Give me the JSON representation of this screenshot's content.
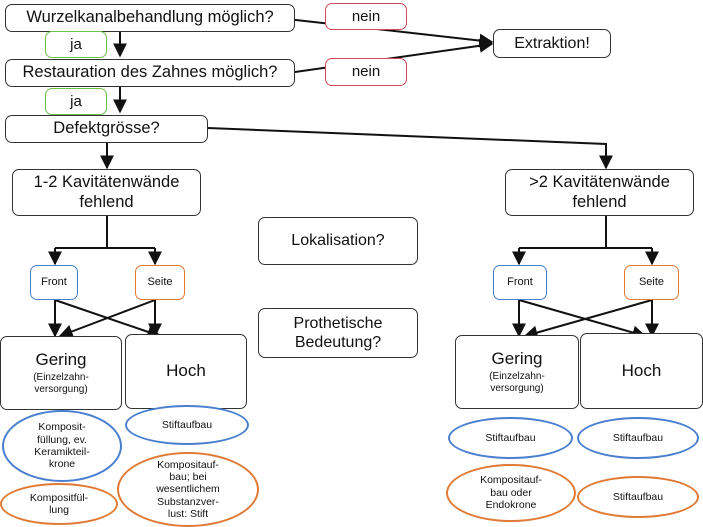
{
  "q1": {
    "text": "Wurzelkanalbehandlung möglich?",
    "no": "nein",
    "yes": "ja"
  },
  "q2": {
    "text": "Restauration des Zahnes möglich?",
    "no": "nein",
    "yes": "ja"
  },
  "extraction": "Extraktion!",
  "defect": "Defektgrösse?",
  "left": {
    "title": "1-2 Kavitätenwände\nfehlend",
    "front": "Front",
    "side": "Seite",
    "low": {
      "title": "Gering",
      "sub": "(Einzelzahn-\nversorgung)"
    },
    "high": "Hoch",
    "low_blue": "Komposit-\nfüllung, ev.\nKeramikteil-\nkrone",
    "low_orange": "Kompositfül-\nlung",
    "high_blue": "Stiftaufbau",
    "high_orange": "Kompositauf-\nbau; bei\nwesentlichem\nSubstanzver-\nlust: Stift"
  },
  "right": {
    "title": ">2 Kavitätenwände\nfehlend",
    "front": "Front",
    "side": "Seite",
    "low": {
      "title": "Gering",
      "sub": "(Einzelzahn-\nversorgung)"
    },
    "high": "Hoch",
    "low_blue": "Stiftaufbau",
    "low_orange": "Kompositauf-\nbau oder\nEndokrone",
    "high_blue": "Stiftaufbau",
    "high_orange": "Stiftaufbau"
  },
  "center": {
    "localisation": "Lokalisation?",
    "prosthetic": "Prothetische\nBedeutung?"
  }
}
